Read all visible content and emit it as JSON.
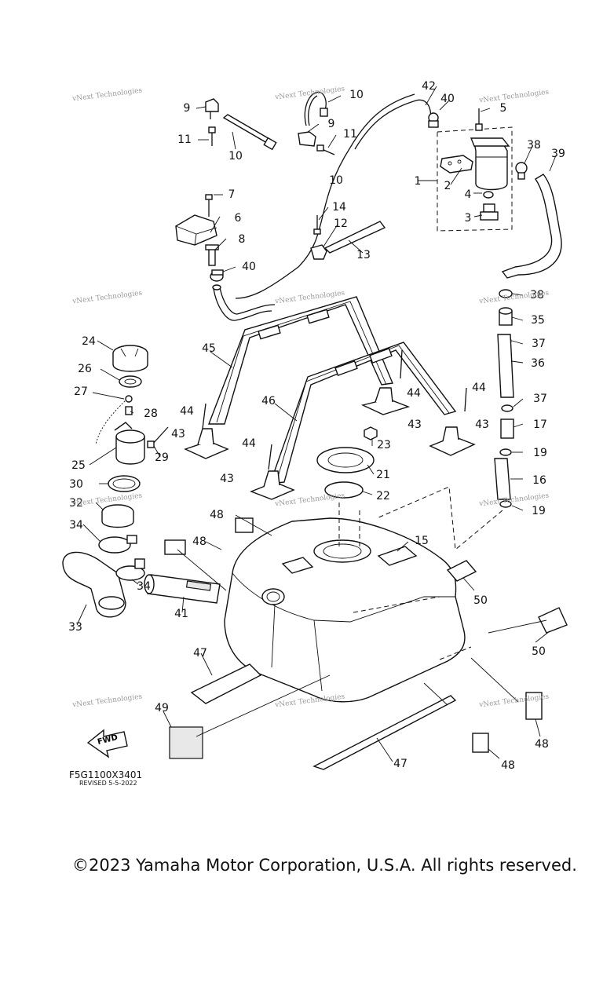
{
  "callouts": [
    "1",
    "2",
    "3",
    "4",
    "5",
    "6",
    "7",
    "8",
    "9",
    "9",
    "10",
    "10",
    "10",
    "11",
    "11",
    "12",
    "13",
    "14",
    "15",
    "16",
    "17",
    "19",
    "19",
    "21",
    "22",
    "23",
    "24",
    "25",
    "26",
    "27",
    "28",
    "29",
    "30",
    "32",
    "33",
    "34",
    "34",
    "35",
    "36",
    "37",
    "37",
    "38",
    "38",
    "39",
    "40",
    "40",
    "41",
    "42",
    "43",
    "43",
    "43",
    "43",
    "44",
    "44",
    "44",
    "44",
    "45",
    "46",
    "47",
    "47",
    "48",
    "48",
    "48",
    "48",
    "49",
    "50",
    "50"
  ],
  "watermark": "vNext Technologies",
  "diagram_code": "F5G1100X3401",
  "revised": "REVISED 5-5-2022",
  "fwd_label": "FWD",
  "copyright": "©2023 Yamaha Motor Corporation, U.S.A. All rights reserved."
}
